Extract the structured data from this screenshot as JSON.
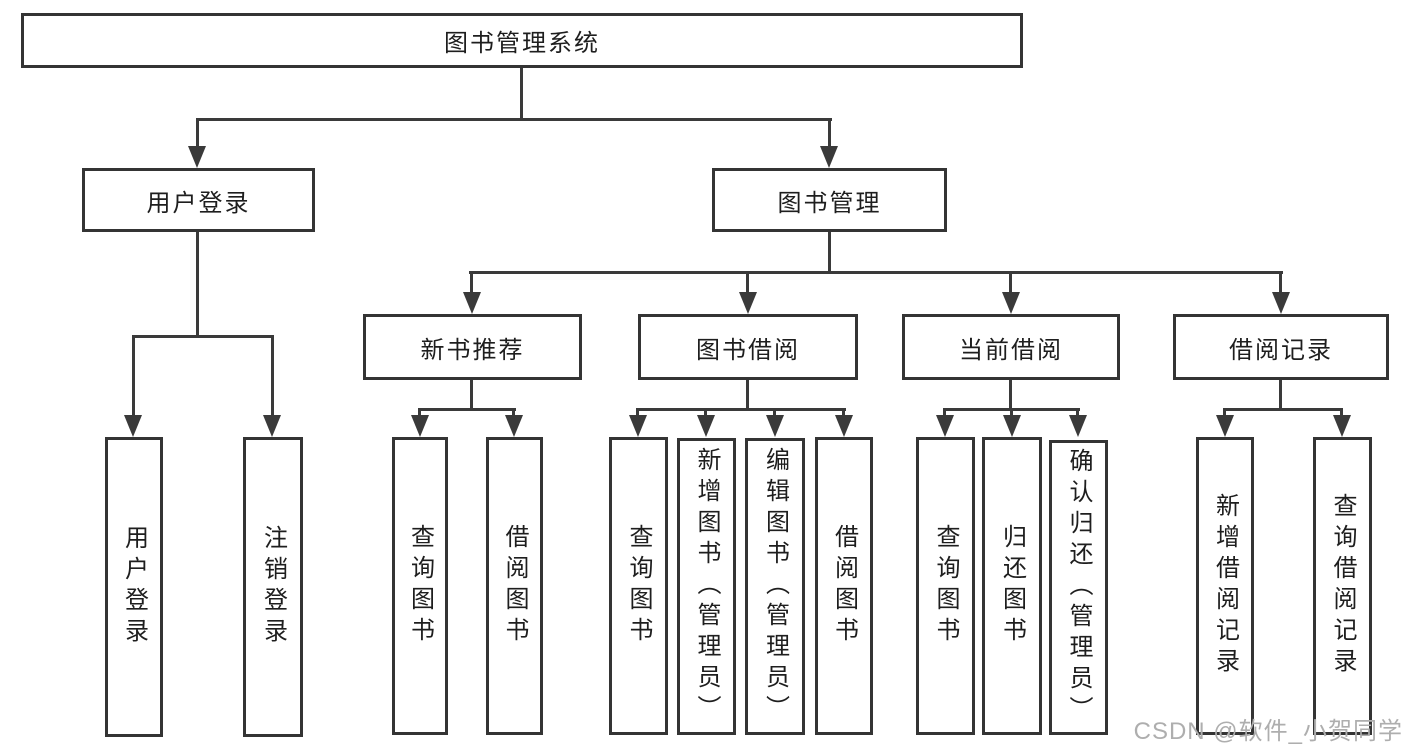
{
  "title": "图书管理系统",
  "level2": {
    "login": "用户登录",
    "mgmt": "图书管理"
  },
  "level3": {
    "rec": "新书推荐",
    "borrow": "图书借阅",
    "current": "当前借阅",
    "record": "借阅记录"
  },
  "leaves": {
    "login_user": "用户登录",
    "login_logout": "注销登录",
    "rec_query": "查询图书",
    "rec_borrow": "借阅图书",
    "borrow_query": "查询图书",
    "borrow_add": "新增图书（管理员）",
    "borrow_edit": "编辑图书（管理员）",
    "borrow_borrow": "借阅图书",
    "current_query": "查询图书",
    "current_return": "归还图书",
    "current_confirm": "确认归还（管理员）",
    "record_add": "新增借阅记录",
    "record_query": "查询借阅记录"
  },
  "watermark": {
    "text": "CSDN @软件_小贺同学"
  },
  "colors": {
    "line": "#3a3a3a",
    "box_border": "#343434",
    "box_fill": "#ffffff",
    "text": "#1e1e1e",
    "watermark": "#aeaeae"
  }
}
